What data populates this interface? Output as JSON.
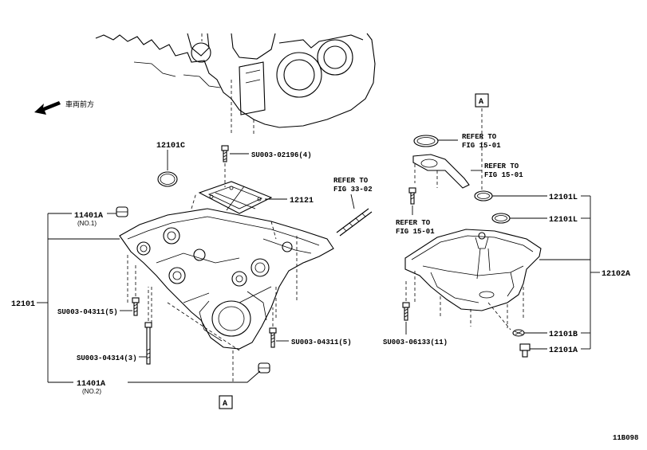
{
  "direction_label": "車両前方",
  "diagram_code": "11B098",
  "ref_box": "A",
  "labels": {
    "p12101c": "12101C",
    "su02196": "SU003-02196(4)",
    "refer_fig33": [
      "REFER TO",
      "FIG 33-02"
    ],
    "p12121": "12121",
    "p11401a_no1": "11401A",
    "no1": "(NO.1)",
    "p12101": "12101",
    "su04311_left": "SU003-04311(5)",
    "su04314": "SU003-04314(3)",
    "su04311_right": "SU003-04311(5)",
    "p11401a_no2": "11401A",
    "no2": "(NO.2)",
    "refer_fig15_a": [
      "REFER TO",
      "FIG 15-01"
    ],
    "refer_fig15_b": [
      "REFER TO",
      "FIG 15-01"
    ],
    "refer_fig15_c": [
      "REFER TO",
      "FIG 15-01"
    ],
    "p12101l_1": "12101L",
    "p12101l_2": "12101L",
    "p12102a": "12102A",
    "p12101b": "12101B",
    "su06133": "SU003-06133(11)",
    "p12101a": "12101A"
  }
}
